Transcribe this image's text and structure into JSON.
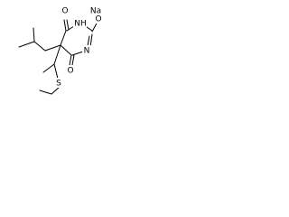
{
  "molecule": {
    "atoms": {
      "o_top": "O",
      "nh": "NH",
      "n_ring": "N",
      "o_bottom": "O",
      "o_sodium": "O",
      "na": "Na",
      "s": "S"
    }
  }
}
